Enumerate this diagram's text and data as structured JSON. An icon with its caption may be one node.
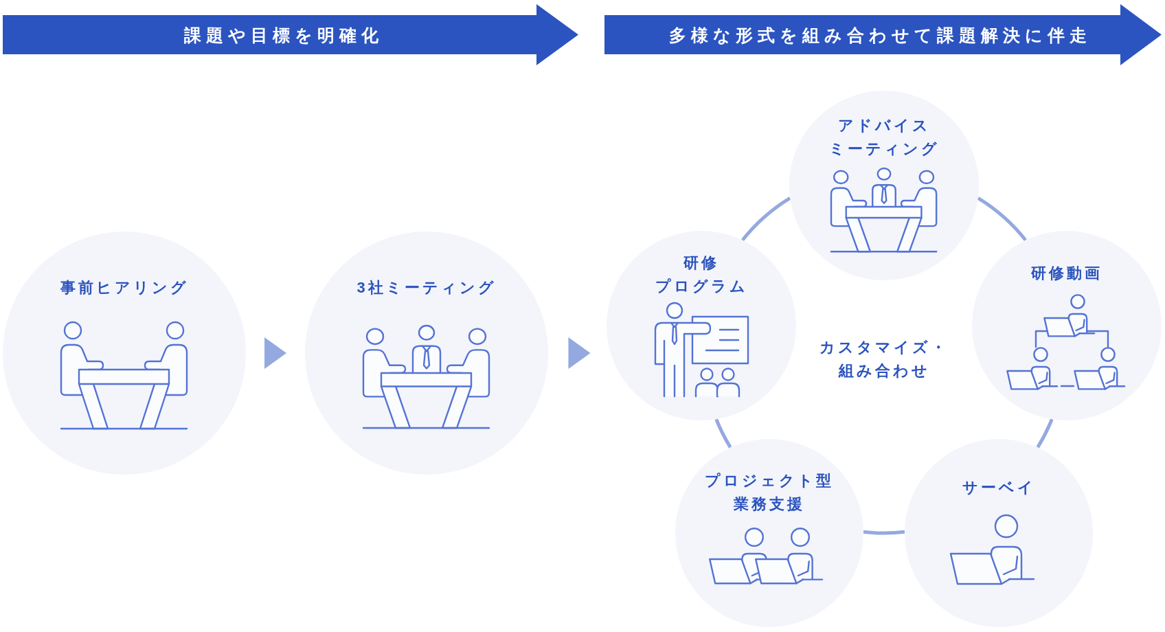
{
  "diagram": {
    "nodes": [
      {
        "text": [
          "課題や目標を明確化"
        ]
      },
      {
        "text": [
          "多様な形式を組み合わせて課題解決に伴走"
        ]
      },
      {
        "text": [
          "事前ヒアリング"
        ]
      },
      {
        "text": [
          "3社ミーティング"
        ]
      },
      {
        "text": [
          "アドバイスミーティング"
        ]
      },
      {
        "text": [
          "研修プログラム"
        ]
      },
      {
        "text": [
          "研修動画"
        ]
      },
      {
        "text": [
          "プロジェクト型業務支援"
        ]
      },
      {
        "text": [
          "サーベイ"
        ]
      }
    ],
    "edges": [
      {
        "from": 2,
        "to": 3,
        "arrow": "to"
      },
      {
        "from": 3,
        "to": 5,
        "arrow": "to"
      },
      {
        "from": 5,
        "to": 4,
        "arrow": "none"
      },
      {
        "from": 4,
        "to": 6,
        "arrow": "none"
      },
      {
        "from": 6,
        "to": 8,
        "arrow": "none"
      },
      {
        "from": 8,
        "to": 7,
        "arrow": "none"
      },
      {
        "from": 7,
        "to": 5,
        "arrow": "none"
      }
    ],
    "labels": [
      "カスタマイズ・組み合わせ"
    ]
  }
}
